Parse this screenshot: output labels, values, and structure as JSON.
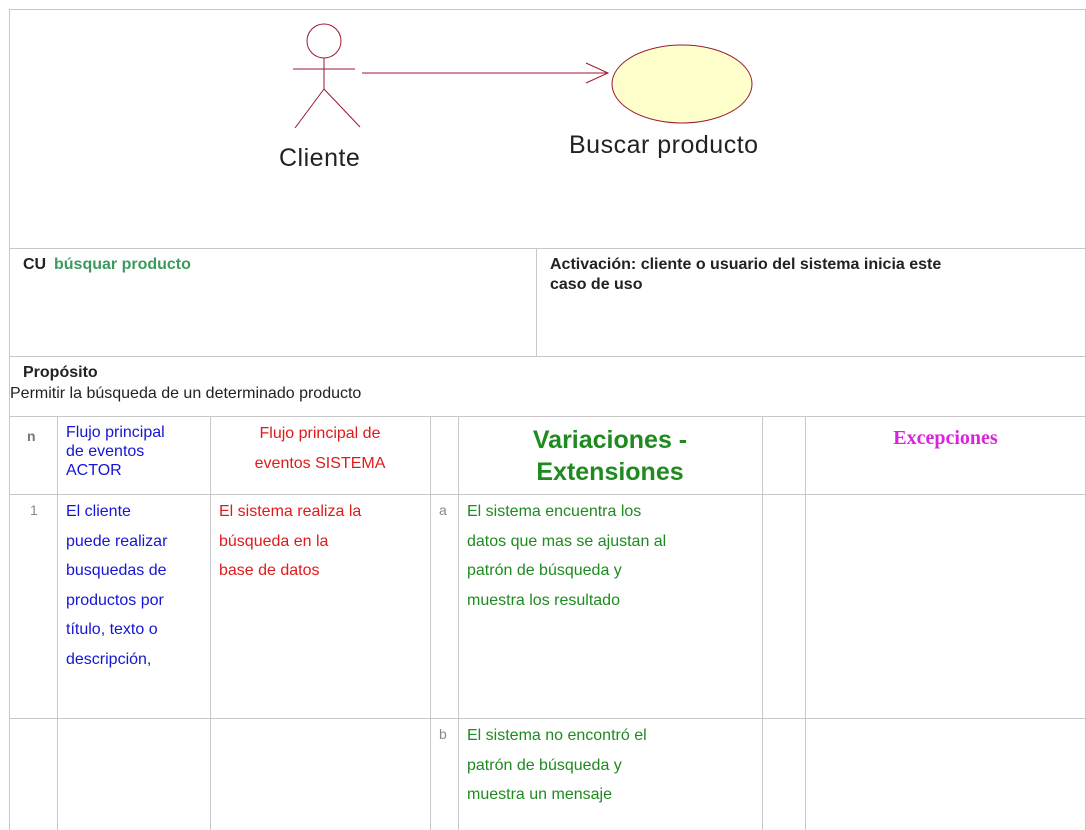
{
  "diagram": {
    "actor_label": "Cliente",
    "usecase_label": "Buscar producto",
    "colors": {
      "line": "#9b1b30",
      "usecase_fill": "#ffffcc"
    }
  },
  "header": {
    "cu_prefix": "CU",
    "cu_name": "búsquar producto",
    "activation_line1": "Activación: cliente o usuario del sistema inicia este",
    "activation_line2": "caso de uso"
  },
  "purpose": {
    "title": "Propósito",
    "text": "Permitir la búsqueda de un determinado producto"
  },
  "table": {
    "headers": {
      "n": "n",
      "actor": [
        "Flujo principal",
        "de eventos",
        "ACTOR"
      ],
      "system": [
        "Flujo principal de",
        "eventos SISTEMA"
      ],
      "variations": [
        "Variaciones -",
        "Extensiones"
      ],
      "exceptions": "Excepciones"
    },
    "rows": [
      {
        "n": "1",
        "actor": [
          "El cliente",
          "puede realizar",
          "busquedas de",
          "productos por",
          "título, texto o",
          "descripción,"
        ],
        "system": [
          "El sistema realiza la",
          "búsqueda en la",
          "base de datos"
        ],
        "var_id": "a",
        "variation": [
          "El sistema encuentra los",
          "datos que mas se ajustan al",
          "patrón de búsqueda y",
          "muestra los resultado"
        ]
      },
      {
        "var_id": "b",
        "variation": [
          "El sistema no encontró el",
          "patrón de búsqueda y",
          "muestra un mensaje"
        ]
      }
    ],
    "colors": {
      "actor": "#1515d4",
      "system": "#e01a1a",
      "variation": "#1f8a1f",
      "exceptions": "#dd22dd",
      "border": "#c8c8c8"
    }
  }
}
